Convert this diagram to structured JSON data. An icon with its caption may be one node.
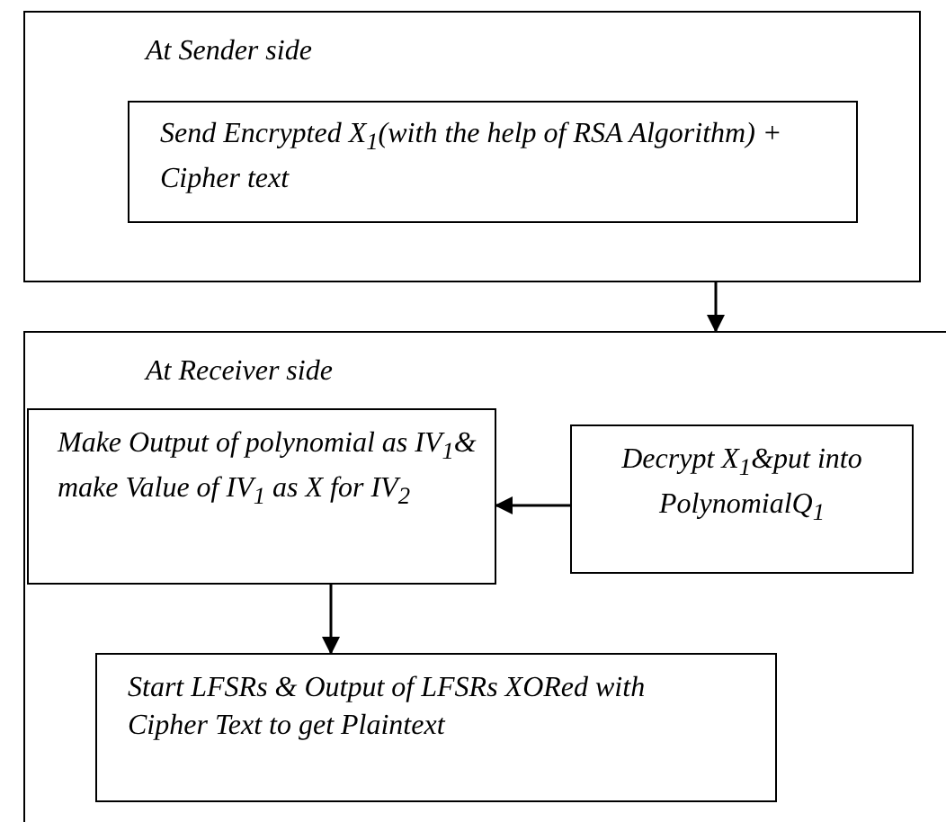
{
  "diagram": {
    "nodes": [
      {
        "text": [
          "At Sender side"
        ]
      },
      {
        "text": [
          "Send Encrypted X$_{1}$(with the help of RSA Algorithm) + Cipher text"
        ],
        "in": 0
      },
      {
        "text": [
          "At Receiver side"
        ]
      },
      {
        "text": [
          "Make Output of polynomial as IV$_{1}$& make Value of IV$_{1}$ as X for IV$_{2}$"
        ],
        "in": 2
      },
      {
        "text": [
          "Decrypt X$_{1}$&put into PolynomialQ$_{1}$"
        ],
        "in": 2
      },
      {
        "text": [
          "Start LFSRs & Output of LFSRs XORed with Cipher Text to get Plaintext"
        ],
        "in": 2
      }
    ],
    "edges": [
      {
        "from": 0,
        "to": 2,
        "arrow": "to"
      },
      {
        "from": 4,
        "to": 3,
        "arrow": "to"
      },
      {
        "from": 3,
        "to": 5,
        "arrow": "to"
      }
    ]
  }
}
